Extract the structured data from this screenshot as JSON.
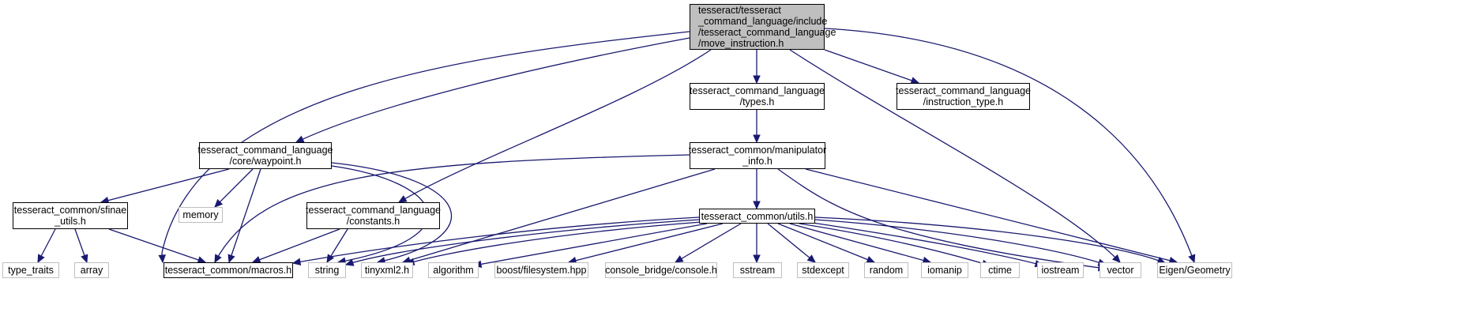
{
  "colors": {
    "edge": "#191970",
    "root_fill": "#bfbfbf",
    "gray_border": "#bfbfbf"
  },
  "nodes": {
    "root": {
      "lines": [
        "tesseract/tesseract",
        "_command_language/include",
        "/tesseract_command_language",
        "/move_instruction.h"
      ]
    },
    "types": {
      "lines": [
        "tesseract_command_language",
        "/types.h"
      ]
    },
    "instruction_type": {
      "lines": [
        "tesseract_command_language",
        "/instruction_type.h"
      ]
    },
    "waypoint": {
      "lines": [
        "tesseract_command_language",
        "/core/waypoint.h"
      ]
    },
    "manipulator_info": {
      "lines": [
        "tesseract_common/manipulator",
        "_info.h"
      ]
    },
    "sfinae_utils": {
      "lines": [
        "tesseract_common/sfinae",
        "_utils.h"
      ]
    },
    "memory": {
      "lines": [
        "memory"
      ]
    },
    "constants": {
      "lines": [
        "tesseract_command_language",
        "/constants.h"
      ]
    },
    "utils": {
      "lines": [
        "tesseract_common/utils.h"
      ]
    },
    "type_traits": {
      "lines": [
        "type_traits"
      ]
    },
    "array": {
      "lines": [
        "array"
      ]
    },
    "macros": {
      "lines": [
        "tesseract_common/macros.h"
      ]
    },
    "string": {
      "lines": [
        "string"
      ]
    },
    "tinyxml2": {
      "lines": [
        "tinyxml2.h"
      ]
    },
    "algorithm": {
      "lines": [
        "algorithm"
      ]
    },
    "boost_filesystem": {
      "lines": [
        "boost/filesystem.hpp"
      ]
    },
    "console": {
      "lines": [
        "console_bridge/console.h"
      ]
    },
    "sstream": {
      "lines": [
        "sstream"
      ]
    },
    "stdexcept": {
      "lines": [
        "stdexcept"
      ]
    },
    "random": {
      "lines": [
        "random"
      ]
    },
    "iomanip": {
      "lines": [
        "iomanip"
      ]
    },
    "ctime": {
      "lines": [
        "ctime"
      ]
    },
    "iostream": {
      "lines": [
        "iostream"
      ]
    },
    "vector": {
      "lines": [
        "vector"
      ]
    },
    "eigen_geometry": {
      "lines": [
        "Eigen/Geometry"
      ]
    }
  }
}
